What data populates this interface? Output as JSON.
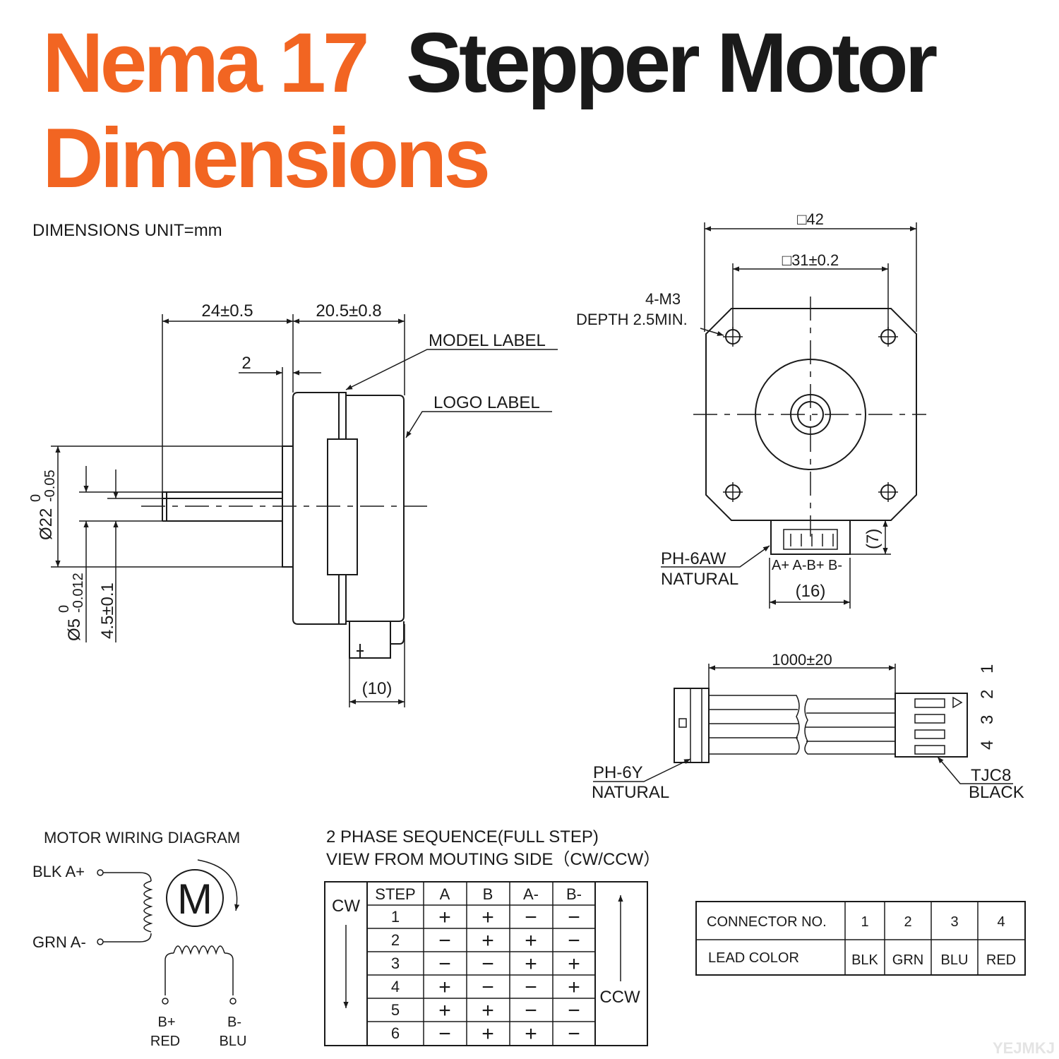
{
  "header": {
    "title_accent": "Nema 17",
    "title_rest": "Stepper Motor",
    "title_line2": "Dimensions",
    "accent_color": "#f26522",
    "text_color": "#1a1a1a"
  },
  "units_note": "DIMENSIONS UNIT=mm",
  "side_view": {
    "dim_shaft_length": "24±0.5",
    "dim_body_length": "20.5±0.8",
    "dim_flange": "2",
    "model_label": "MODEL LABEL",
    "logo_label": "LOGO LABEL",
    "dim_boss_diameter": "Ø22",
    "dim_boss_tol_upper": "0",
    "dim_boss_tol_lower": "-0.05",
    "dim_shaft_diameter": "Ø5",
    "dim_shaft_tol_upper": "0",
    "dim_shaft_tol_lower": "-0.012",
    "dim_flat": "4.5±0.1",
    "dim_connector": "(10)"
  },
  "front_view": {
    "dim_square": "□42",
    "dim_hole_spacing": "□31±0.2",
    "hole_spec_line1": "4-M3",
    "hole_spec_line2": "DEPTH 2.5MIN.",
    "connector_height": "(7)",
    "connector_width": "(16)",
    "connector_model": "PH-6AW",
    "connector_color": "NATURAL",
    "pin_labels": "A+  A-B+  B-"
  },
  "cable": {
    "length": "1000±20",
    "left_connector_model": "PH-6Y",
    "left_connector_color": "NATURAL",
    "right_connector_model": "TJC8",
    "right_connector_color": "BLACK",
    "pin_numbers": "4 3 2 1"
  },
  "wiring": {
    "title": "MOTOR WIRING  DIAGRAM",
    "a_plus": "BLK  A+",
    "a_minus": "GRN  A-",
    "b_plus_label": "B+",
    "b_plus_color": "RED",
    "b_minus_label": "B-",
    "b_minus_color": "BLU",
    "motor_symbol": "M"
  },
  "sequence": {
    "title_line1": "2 PHASE SEQUENCE(FULL STEP)",
    "title_line2": "VIEW FROM MOUTING SIDE（CW/CCW）",
    "cw_label": "CW",
    "ccw_label": "CCW",
    "headers": [
      "STEP",
      "A",
      "B",
      "A-",
      "B-"
    ],
    "rows": [
      [
        "1",
        "+",
        "+",
        "−",
        "−"
      ],
      [
        "2",
        "−",
        "+",
        "+",
        "−"
      ],
      [
        "3",
        "−",
        "−",
        "+",
        "+"
      ],
      [
        "4",
        "+",
        "−",
        "−",
        "+"
      ],
      [
        "5",
        "+",
        "+",
        "−",
        "−"
      ],
      [
        "6",
        "−",
        "+",
        "+",
        "−"
      ]
    ]
  },
  "connector_table": {
    "row1_label": "CONNECTOR NO.",
    "row2_label": "LEAD COLOR",
    "numbers": [
      "1",
      "2",
      "3",
      "4"
    ],
    "colors": [
      "BLK",
      "GRN",
      "BLU",
      "RED"
    ]
  },
  "watermark": "YEJMKJ"
}
